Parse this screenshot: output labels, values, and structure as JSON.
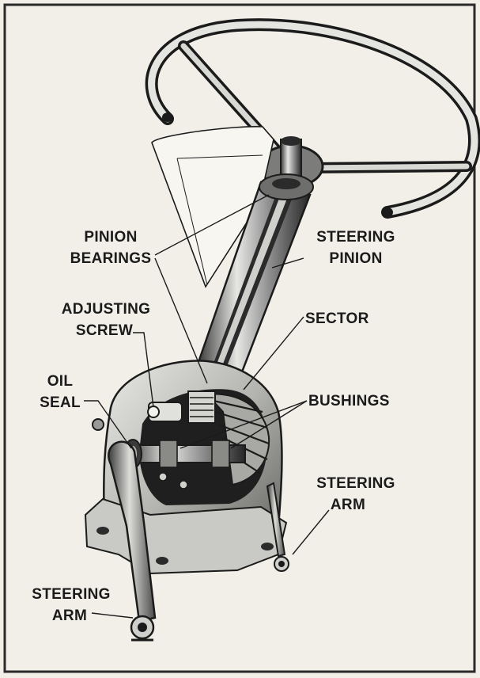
{
  "labels": {
    "pinion_bearings": {
      "line1": "PINION",
      "line2": "BEARINGS"
    },
    "steering_pinion": {
      "line1": "STEERING",
      "line2": "PINION"
    },
    "adjusting_screw": {
      "line1": "ADJUSTING",
      "line2": "SCREW"
    },
    "sector": {
      "line1": "SECTOR"
    },
    "oil_seal": {
      "line1": "OIL",
      "line2": "SEAL"
    },
    "bushings": {
      "line1": "BUSHINGS"
    },
    "steering_arm_right": {
      "line1": "STEERING",
      "line2": "ARM"
    },
    "steering_arm_left": {
      "line1": "STEERING",
      "line2": "ARM"
    }
  },
  "colors": {
    "paper": "#f1efe8",
    "ink": "#1b1b1b",
    "metal_dark": "#2a2a2a",
    "metal_mid": "#8d8d8d",
    "metal_light": "#d9d9d6"
  }
}
